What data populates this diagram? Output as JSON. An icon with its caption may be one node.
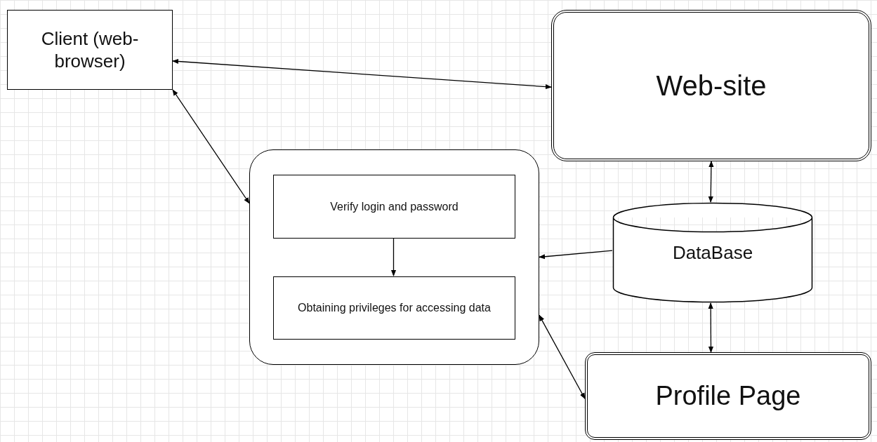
{
  "diagram": {
    "nodes": [
      {
        "text": [
          "Client (web-browser)"
        ]
      },
      {
        "text": [
          "Web-site"
        ]
      },
      {
        "text": [],
        "shape": "box"
      },
      {
        "text": [
          "Verify login and password"
        ],
        "in": 2
      },
      {
        "text": [
          "Obtaining privileges for accessing data"
        ],
        "in": 2
      },
      {
        "text": [
          "DataBase"
        ]
      },
      {
        "text": [
          "Profile Page"
        ]
      }
    ],
    "edges": [
      {
        "from": 0,
        "to": 1,
        "arrow": "both"
      },
      {
        "from": 0,
        "to": 2,
        "arrow": "both"
      },
      {
        "from": 3,
        "to": 4,
        "arrow": "to"
      },
      {
        "from": 5,
        "to": 2,
        "arrow": "to"
      },
      {
        "from": 1,
        "to": 5,
        "arrow": "both"
      },
      {
        "from": 5,
        "to": 6,
        "arrow": "both"
      },
      {
        "from": 2,
        "to": 6,
        "arrow": "both"
      }
    ]
  }
}
